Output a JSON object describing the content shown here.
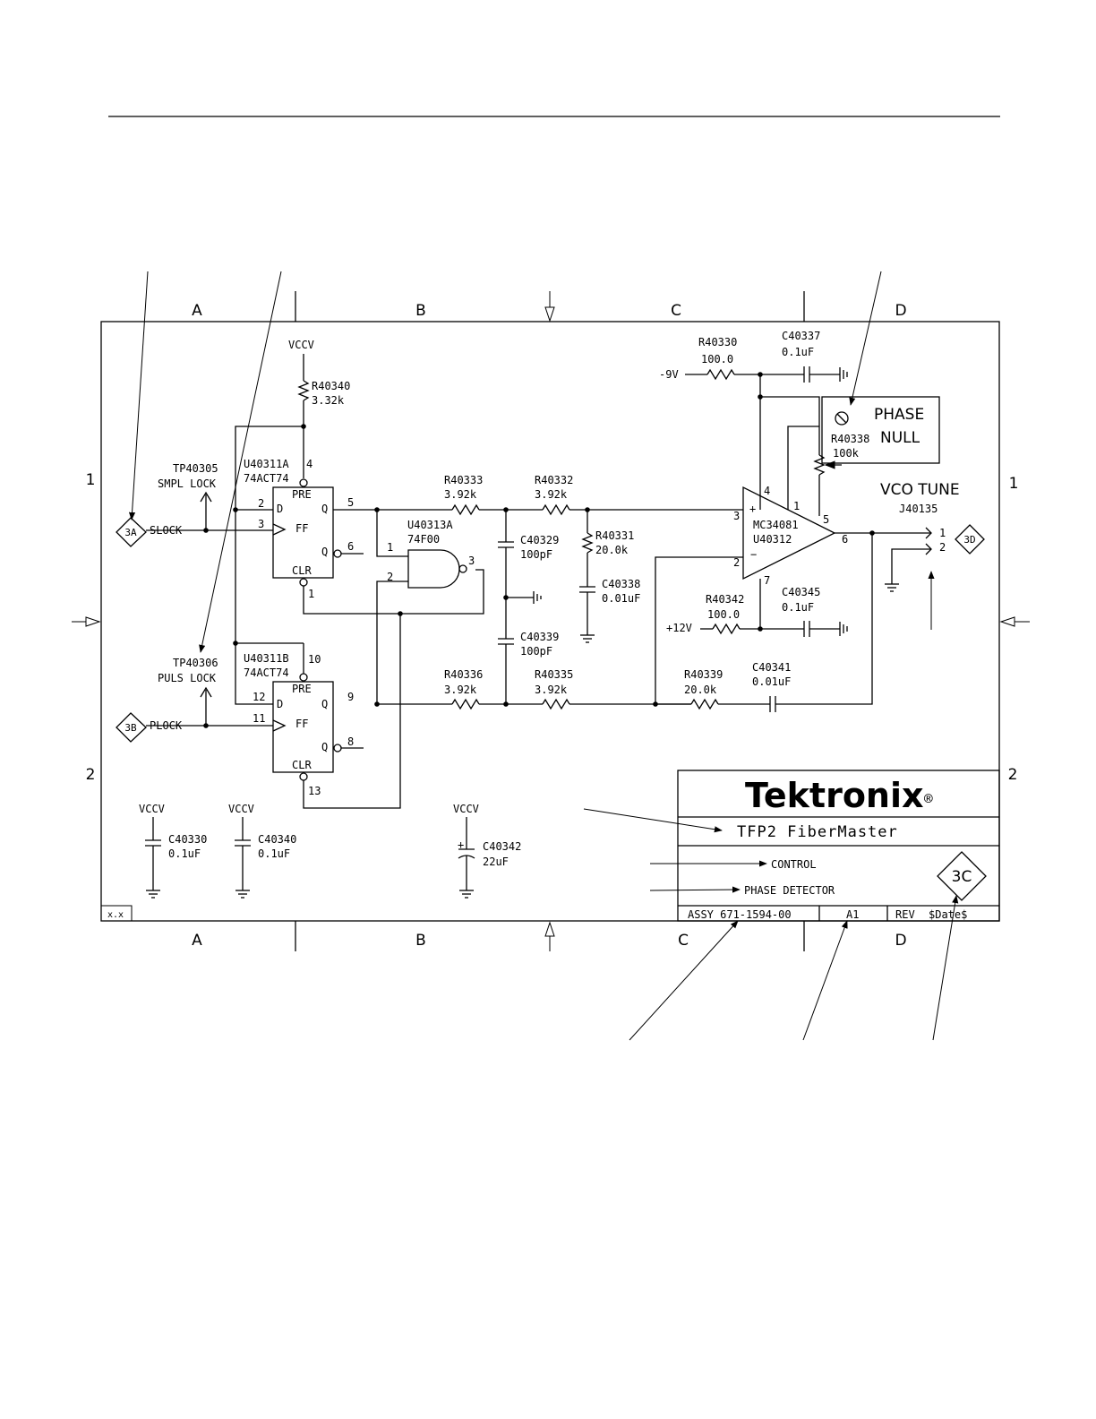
{
  "zones": {
    "top": [
      "A",
      "B",
      "C",
      "D"
    ],
    "bottom": [
      "A",
      "B",
      "C",
      "D"
    ],
    "left": [
      "1",
      "2"
    ],
    "right": [
      "1",
      "2"
    ]
  },
  "supplies": {
    "vccv": "VCCV",
    "neg9": "-9V",
    "pos12": "+12V"
  },
  "components": {
    "r40340": {
      "ref": "R40340",
      "value": "3.32k"
    },
    "u40311a": {
      "ref": "U40311A",
      "part": "74ACT74",
      "pre": "PRE",
      "clr": "CLR",
      "d": "D",
      "q": "Q",
      "qbar": "Q",
      "ff": "FF",
      "pins": [
        "4",
        "2",
        "3",
        "5",
        "6",
        "1"
      ]
    },
    "u40311b": {
      "ref": "U40311B",
      "part": "74ACT74",
      "pre": "PRE",
      "clr": "CLR",
      "d": "D",
      "q": "Q",
      "qbar": "Q",
      "ff": "FF",
      "pins": [
        "10",
        "12",
        "11",
        "9",
        "8",
        "13"
      ]
    },
    "tp40305": {
      "ref": "TP40305",
      "name": "SMPL LOCK"
    },
    "tp40306": {
      "ref": "TP40306",
      "name": "PULS LOCK"
    },
    "u40313a": {
      "ref": "U40313A",
      "part": "74F00",
      "pins": [
        "1",
        "2",
        "3"
      ]
    },
    "r40333": {
      "ref": "R40333",
      "value": "3.92k"
    },
    "r40332": {
      "ref": "R40332",
      "value": "3.92k"
    },
    "r40336": {
      "ref": "R40336",
      "value": "3.92k"
    },
    "r40335": {
      "ref": "R40335",
      "value": "3.92k"
    },
    "c40329": {
      "ref": "C40329",
      "value": "100pF"
    },
    "c40339": {
      "ref": "C40339",
      "value": "100pF"
    },
    "r40331": {
      "ref": "R40331",
      "value": "20.0k"
    },
    "c40338": {
      "ref": "C40338",
      "value": "0.01uF"
    },
    "r40330": {
      "ref": "R40330",
      "value": "100.0"
    },
    "c40337": {
      "ref": "C40337",
      "value": "0.1uF"
    },
    "r40338": {
      "ref": "R40338",
      "value": "100k"
    },
    "phase_null": {
      "line1": "PHASE",
      "line2": "NULL"
    },
    "u40312": {
      "part": "MC34081",
      "ref": "U40312",
      "plus": "+",
      "minus": "−",
      "pins": [
        "4",
        "1",
        "3",
        "2",
        "5",
        "6",
        "7"
      ]
    },
    "r40342": {
      "ref": "R40342",
      "value": "100.0"
    },
    "c40345": {
      "ref": "C40345",
      "value": "0.1uF"
    },
    "r40339": {
      "ref": "R40339",
      "value": "20.0k"
    },
    "c40341": {
      "ref": "C40341",
      "value": "0.01uF"
    },
    "vco": {
      "title": "VCO TUNE",
      "ref": "J40135",
      "pins": [
        "1",
        "2"
      ]
    },
    "c40330": {
      "ref": "C40330",
      "value": "0.1uF"
    },
    "c40340": {
      "ref": "C40340",
      "value": "0.1uF"
    },
    "c40342": {
      "ref": "C40342",
      "value": "22uF",
      "polarity": "+"
    }
  },
  "offpage": {
    "in_a": "3A",
    "in_a_net": "SLOCK",
    "in_b": "3B",
    "in_b_net": "PLOCK",
    "out": "3D"
  },
  "titleblock": {
    "logo": "Tektronix",
    "reg": "®",
    "product": "TFP2 FiberMaster",
    "line1": "CONTROL",
    "line2": "PHASE DETECTOR",
    "sheet": "3C",
    "assy": "ASSY 671-1594-00",
    "size": "A1",
    "rev": "REV",
    "date": "$Date$",
    "corner": "x.x"
  }
}
